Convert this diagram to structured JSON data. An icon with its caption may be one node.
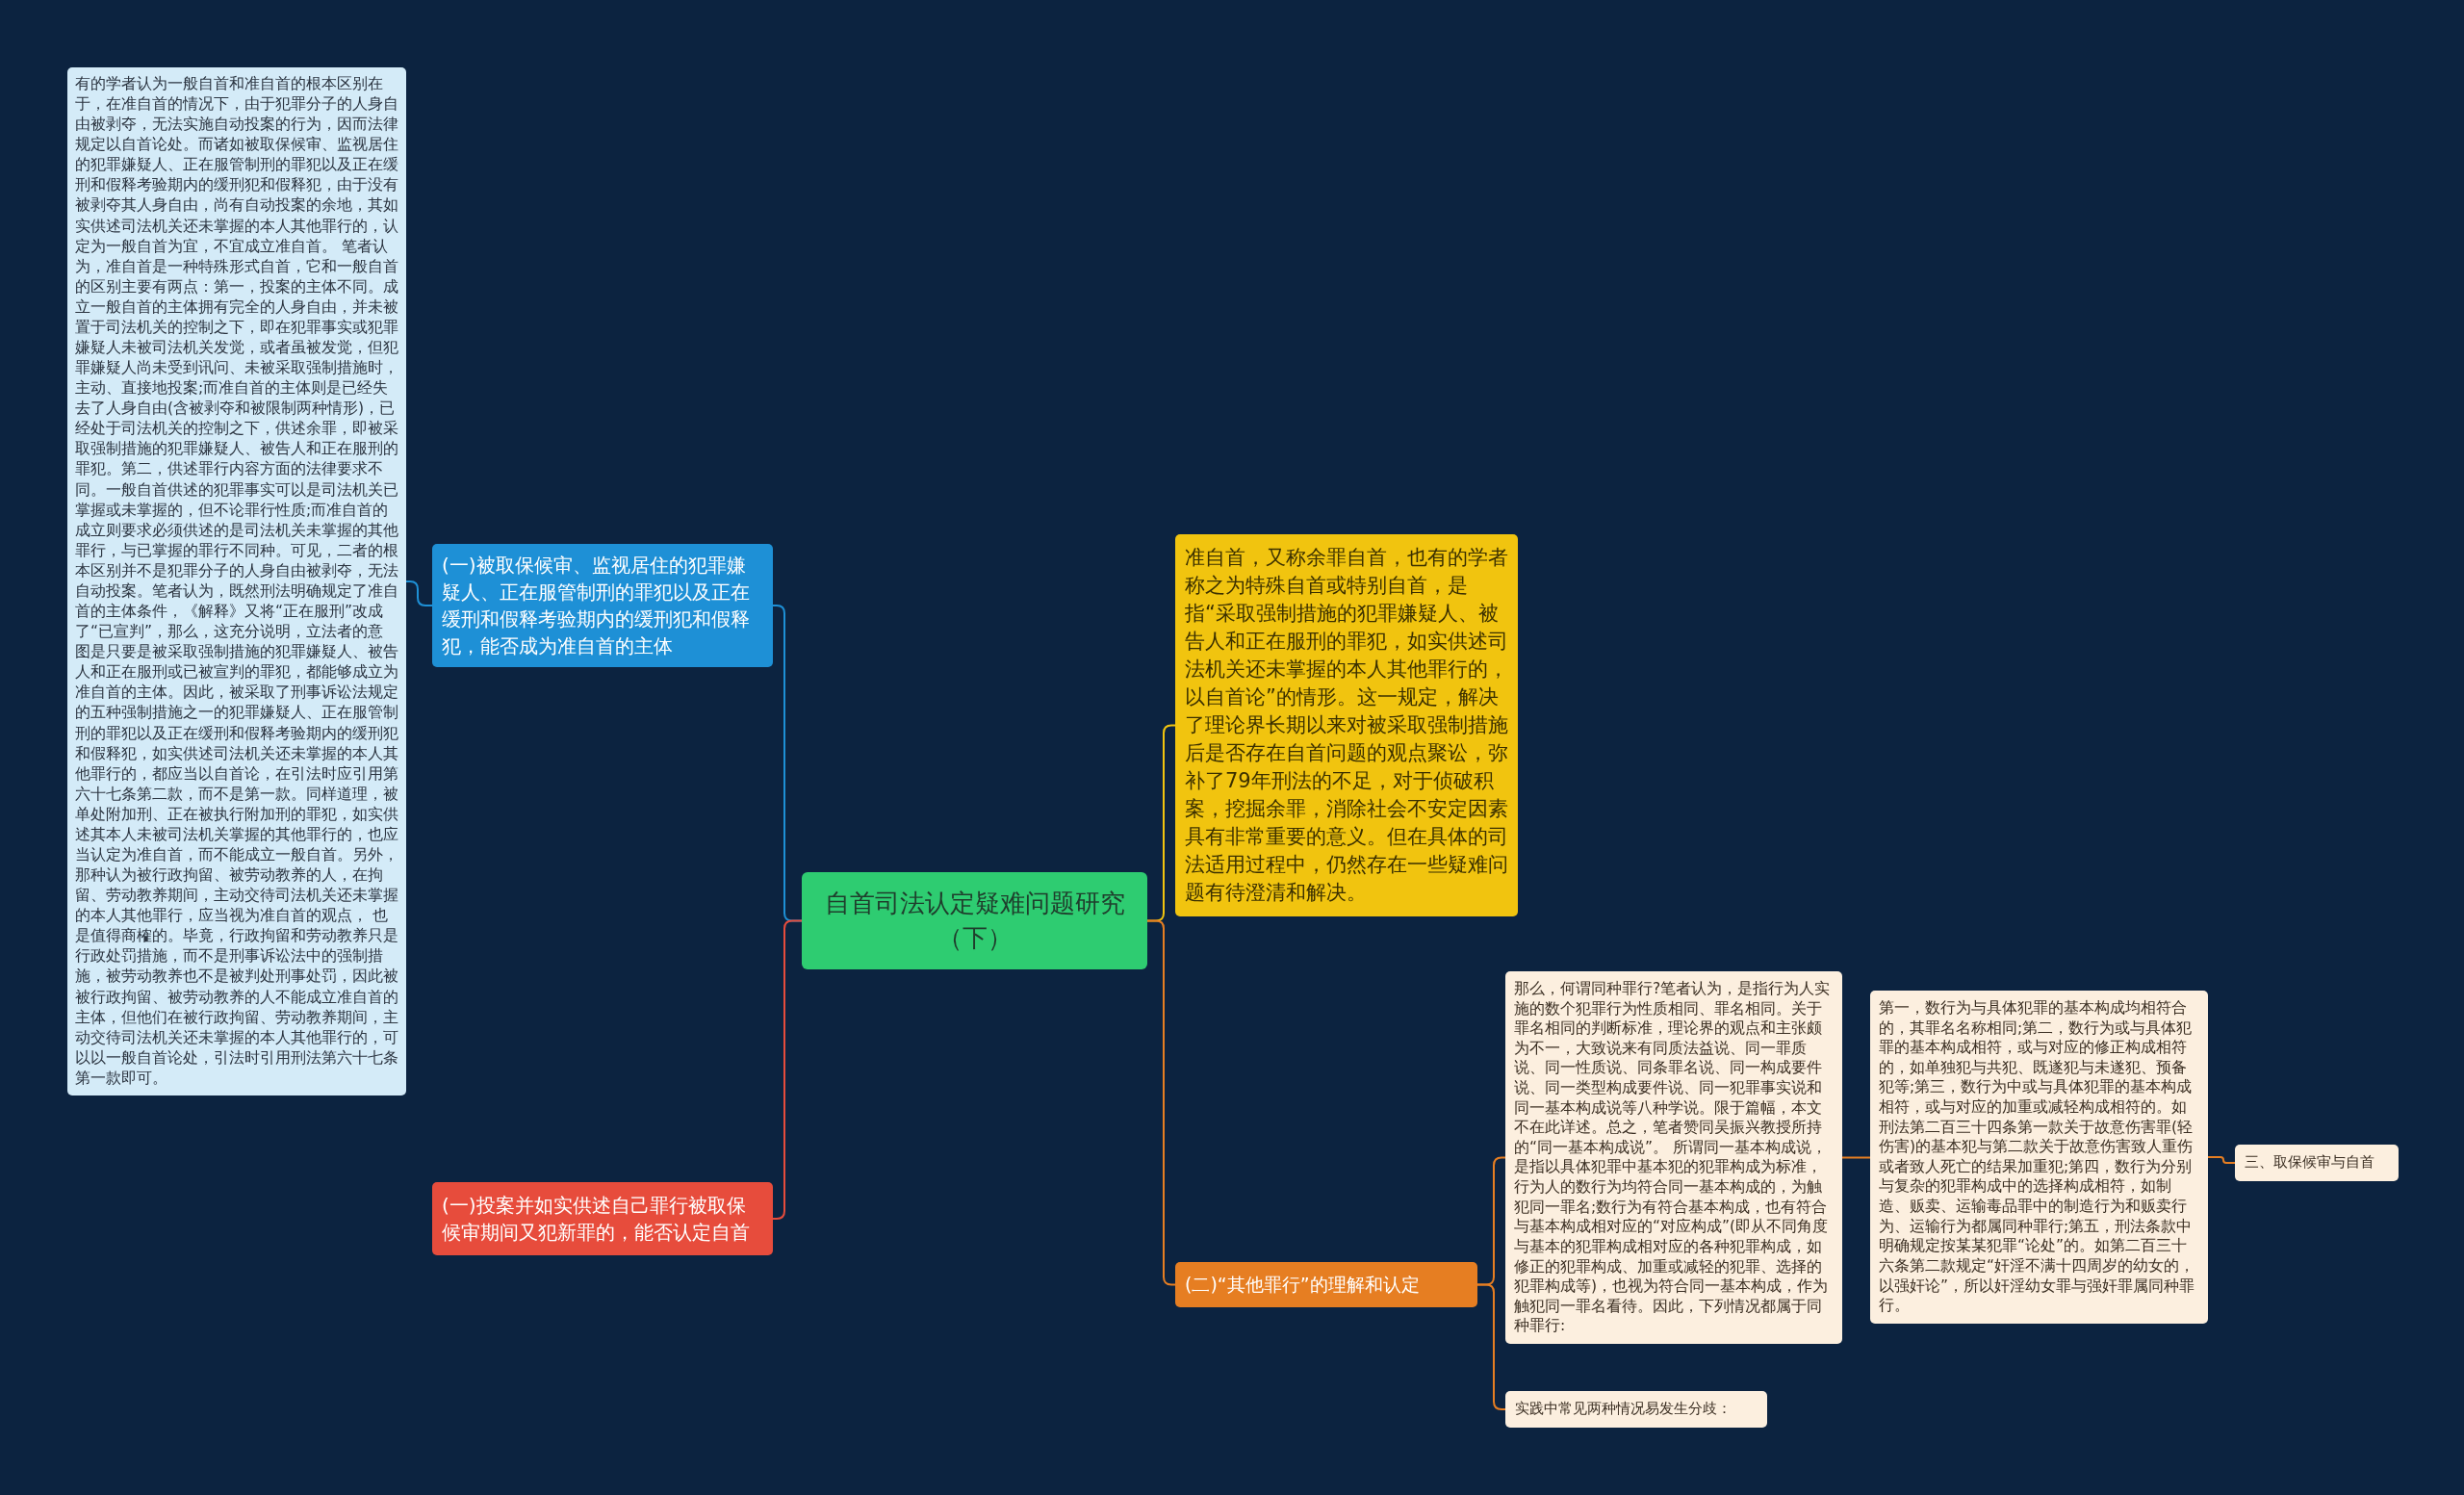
{
  "diagram": {
    "nodes": [
      {
        "text": [
          "自首司法认定疑难问题研究（下）"
        ]
      },
      {
        "text": [
          "(一)被取保候审、监视居住的犯罪嫌疑人、正在服管制刑的罪犯以及正在缓刑和假释考验期内的缓刑犯和假释犯，能否成为准自首的主体"
        ]
      },
      {
        "text": [
          "有的学者认为一般自首和准自首的根本区别在于，在准自首的情况下，由于犯罪分子的人身自由被剥夺，无法实施自动投案的行为，因而法律规定以自首论处。而诸如被取保候审、监视居住的犯罪嫌疑人、正在服管制刑的罪犯以及正在缓刑和假释考验期内的缓刑犯和假释犯，由于没有被剥夺其人身自由，尚有自动投案的余地，其如实供述司法机关还未掌握的本人其他罪行的，认定为一般自首为宜，不宜成立准自首。 笔者认为，准自首是一种特殊形式自首，它和一般自首的区别主要有两点：第一，投案的主体不同。成立一般自首的主体拥有完全的人身自由，并未被置于司法机关的控制之下，即在犯罪事实或犯罪嫌疑人未被司法机关发觉，或者虽被发觉，但犯罪嫌疑人尚未受到讯问、未被采取强制措施时，主动、直接地投案;而准自首的主体则是已经失去了人身自由(含被剥夺和被限制两种情形)，已经处于司法机关的控制之下，供述余罪，即被采取强制措施的犯罪嫌疑人、被告人和正在服刑的罪犯。第二，供述罪行内容方面的法律要求不同。一般自首供述的犯罪事实可以是司法机关已掌握或未掌握的，但不论罪行性质;而准自首的成立则要求必须供述的是司法机关未掌握的其他罪行，与已掌握的罪行不同种。可见，二者的根本区别并不是犯罪分子的人身自由被剥夺，无法自动投案。笔者认为，既然刑法明确规定了准自首的主体条件，《解释》又将“正在服刑”改成了“已宣判”，那么，这充分说明，立法者的意图是只要是被采取强制措施的犯罪嫌疑人、被告人和正在服刑或已被宣判的罪犯，都能够成立为准自首的主体。因此，被采取了刑事诉讼法规定的五种强制措施之一的犯罪嫌疑人、正在服管制刑的罪犯以及正在缓刑和假释考验期内的缓刑犯和假释犯，如实供述司法机关还未掌握的本人其他罪行的，都应当以自首论，在引法时应引用第六十七条第二款，而不是第一款。同样道理，被单处附加刑、正在被执行附加刑的罪犯，如实供述其本人未被司法机关掌握的其他罪行的，也应当认定为准自首，而不能成立一般自首。另外，那种认为被行政拘留、被劳动教养的人，在拘留、劳动教养期间，主动交待司法机关还未掌握的本人其他罪行，应当视为准自首的观点， 也是值得商榷的。毕竟，行政拘留和劳动教养只是行政处罚措施，而不是刑事诉讼法中的强制措施，被劳动教养也不是被判处刑事处罚，因此被被行政拘留、被劳动教养的人不能成立准自首的主体，但他们在被行政拘留、劳动教养期间，主动交待司法机关还未掌握的本人其他罪行的，可以以一般自首论处，引法时引用刑法第六十七条第一款即可。"
        ]
      },
      {
        "text": [
          "(一)投案并如实供述自己罪行被取保候审期间又犯新罪的，能否认定自首"
        ]
      },
      {
        "text": [
          "准自首，又称余罪自首，也有的学者称之为特殊自首或特别自首，是指“采取强制措施的犯罪嫌疑人、被告人和正在服刑的罪犯，如实供述司法机关还未掌握的本人其他罪行的，以自首论”的情形。这一规定，解决了理论界长期以来对被采取强制措施后是否存在自首问题的观点聚讼，弥补了79年刑法的不足，对于侦破积案，挖掘余罪，消除社会不安定因素具有非常重要的意义。但在具体的司法适用过程中，仍然存在一些疑难问题有待澄清和解决。"
        ]
      },
      {
        "text": [
          "(二)“其他罪行”的理解和认定"
        ]
      },
      {
        "text": [
          "那么，何谓同种罪行?笔者认为，是指行为人实施的数个犯罪行为性质相同、罪名相同。关于罪名相同的判断标准，理论界的观点和主张颇为不一，大致说来有同质法益说、同一罪质说、同一性质说、同条罪名说、同一构成要件说、同一类型构成要件说、同一犯罪事实说和同一基本构成说等八种学说。限于篇幅，本文不在此详述。总之，笔者赞同吴振兴教授所持的“同一基本构成说”。 所谓同一基本构成说，是指以具体犯罪中基本犯的犯罪构成为标准，行为人的数行为均符合同一基本构成的，为触犯同一罪名;数行为有符合基本构成，也有符合与基本构成相对应的“对应构成”(即从不同角度与基本的犯罪构成相对应的各种犯罪构成，如修正的犯罪构成、加重或减轻的犯罪、选择的犯罪构成等)，也视为符合同一基本构成，作为触犯同一罪名看待。因此，下列情况都属于同种罪行:"
        ]
      },
      {
        "text": [
          "第一，数行为与具体犯罪的基本构成均相符合的，其罪名名称相同;第二，数行为或与具体犯罪的基本构成相符，或与对应的修正构成相符的，如单独犯与共犯、既遂犯与未遂犯、预备犯等;第三，数行为中或与具体犯罪的基本构成相符，或与对应的加重或减轻构成相符的。如刑法第二百三十四条第一款关于故意伤害罪(轻伤害)的基本犯与第二款关于故意伤害致人重伤或者致人死亡的结果加重犯;第四，数行为分别与复杂的犯罪构成中的选择构成相符，如制造、贩卖、运输毒品罪中的制造行为和贩卖行为、运输行为都属同种罪行;第五，刑法条款中明确规定按某某犯罪“论处”的。如第二百三十六条第二款规定“奸淫不满十四周岁的幼女的，以强奸论”，所以奸淫幼女罪与强奸罪属同种罪行。"
        ]
      },
      {
        "text": [
          "三、取保候审与自首"
        ]
      },
      {
        "text": [
          "实践中常见两种情况易发生分歧："
        ]
      }
    ],
    "edges": [
      {
        "from": 0,
        "to": 1,
        "arrow": "none",
        "color": "#1e90d6"
      },
      {
        "from": 1,
        "to": 2,
        "arrow": "none",
        "color": "#1e90d6"
      },
      {
        "from": 0,
        "to": 3,
        "arrow": "none",
        "color": "#e74c3c"
      },
      {
        "from": 0,
        "to": 4,
        "arrow": "none",
        "color": "#f1c40f"
      },
      {
        "from": 0,
        "to": 5,
        "arrow": "none"
      },
      {
        "from": 5,
        "to": 6,
        "arrow": "none"
      },
      {
        "from": 6,
        "to": 7,
        "arrow": "none"
      },
      {
        "from": 7,
        "to": 8,
        "arrow": "none"
      },
      {
        "from": 5,
        "to": 9,
        "arrow": "none"
      }
    ]
  }
}
